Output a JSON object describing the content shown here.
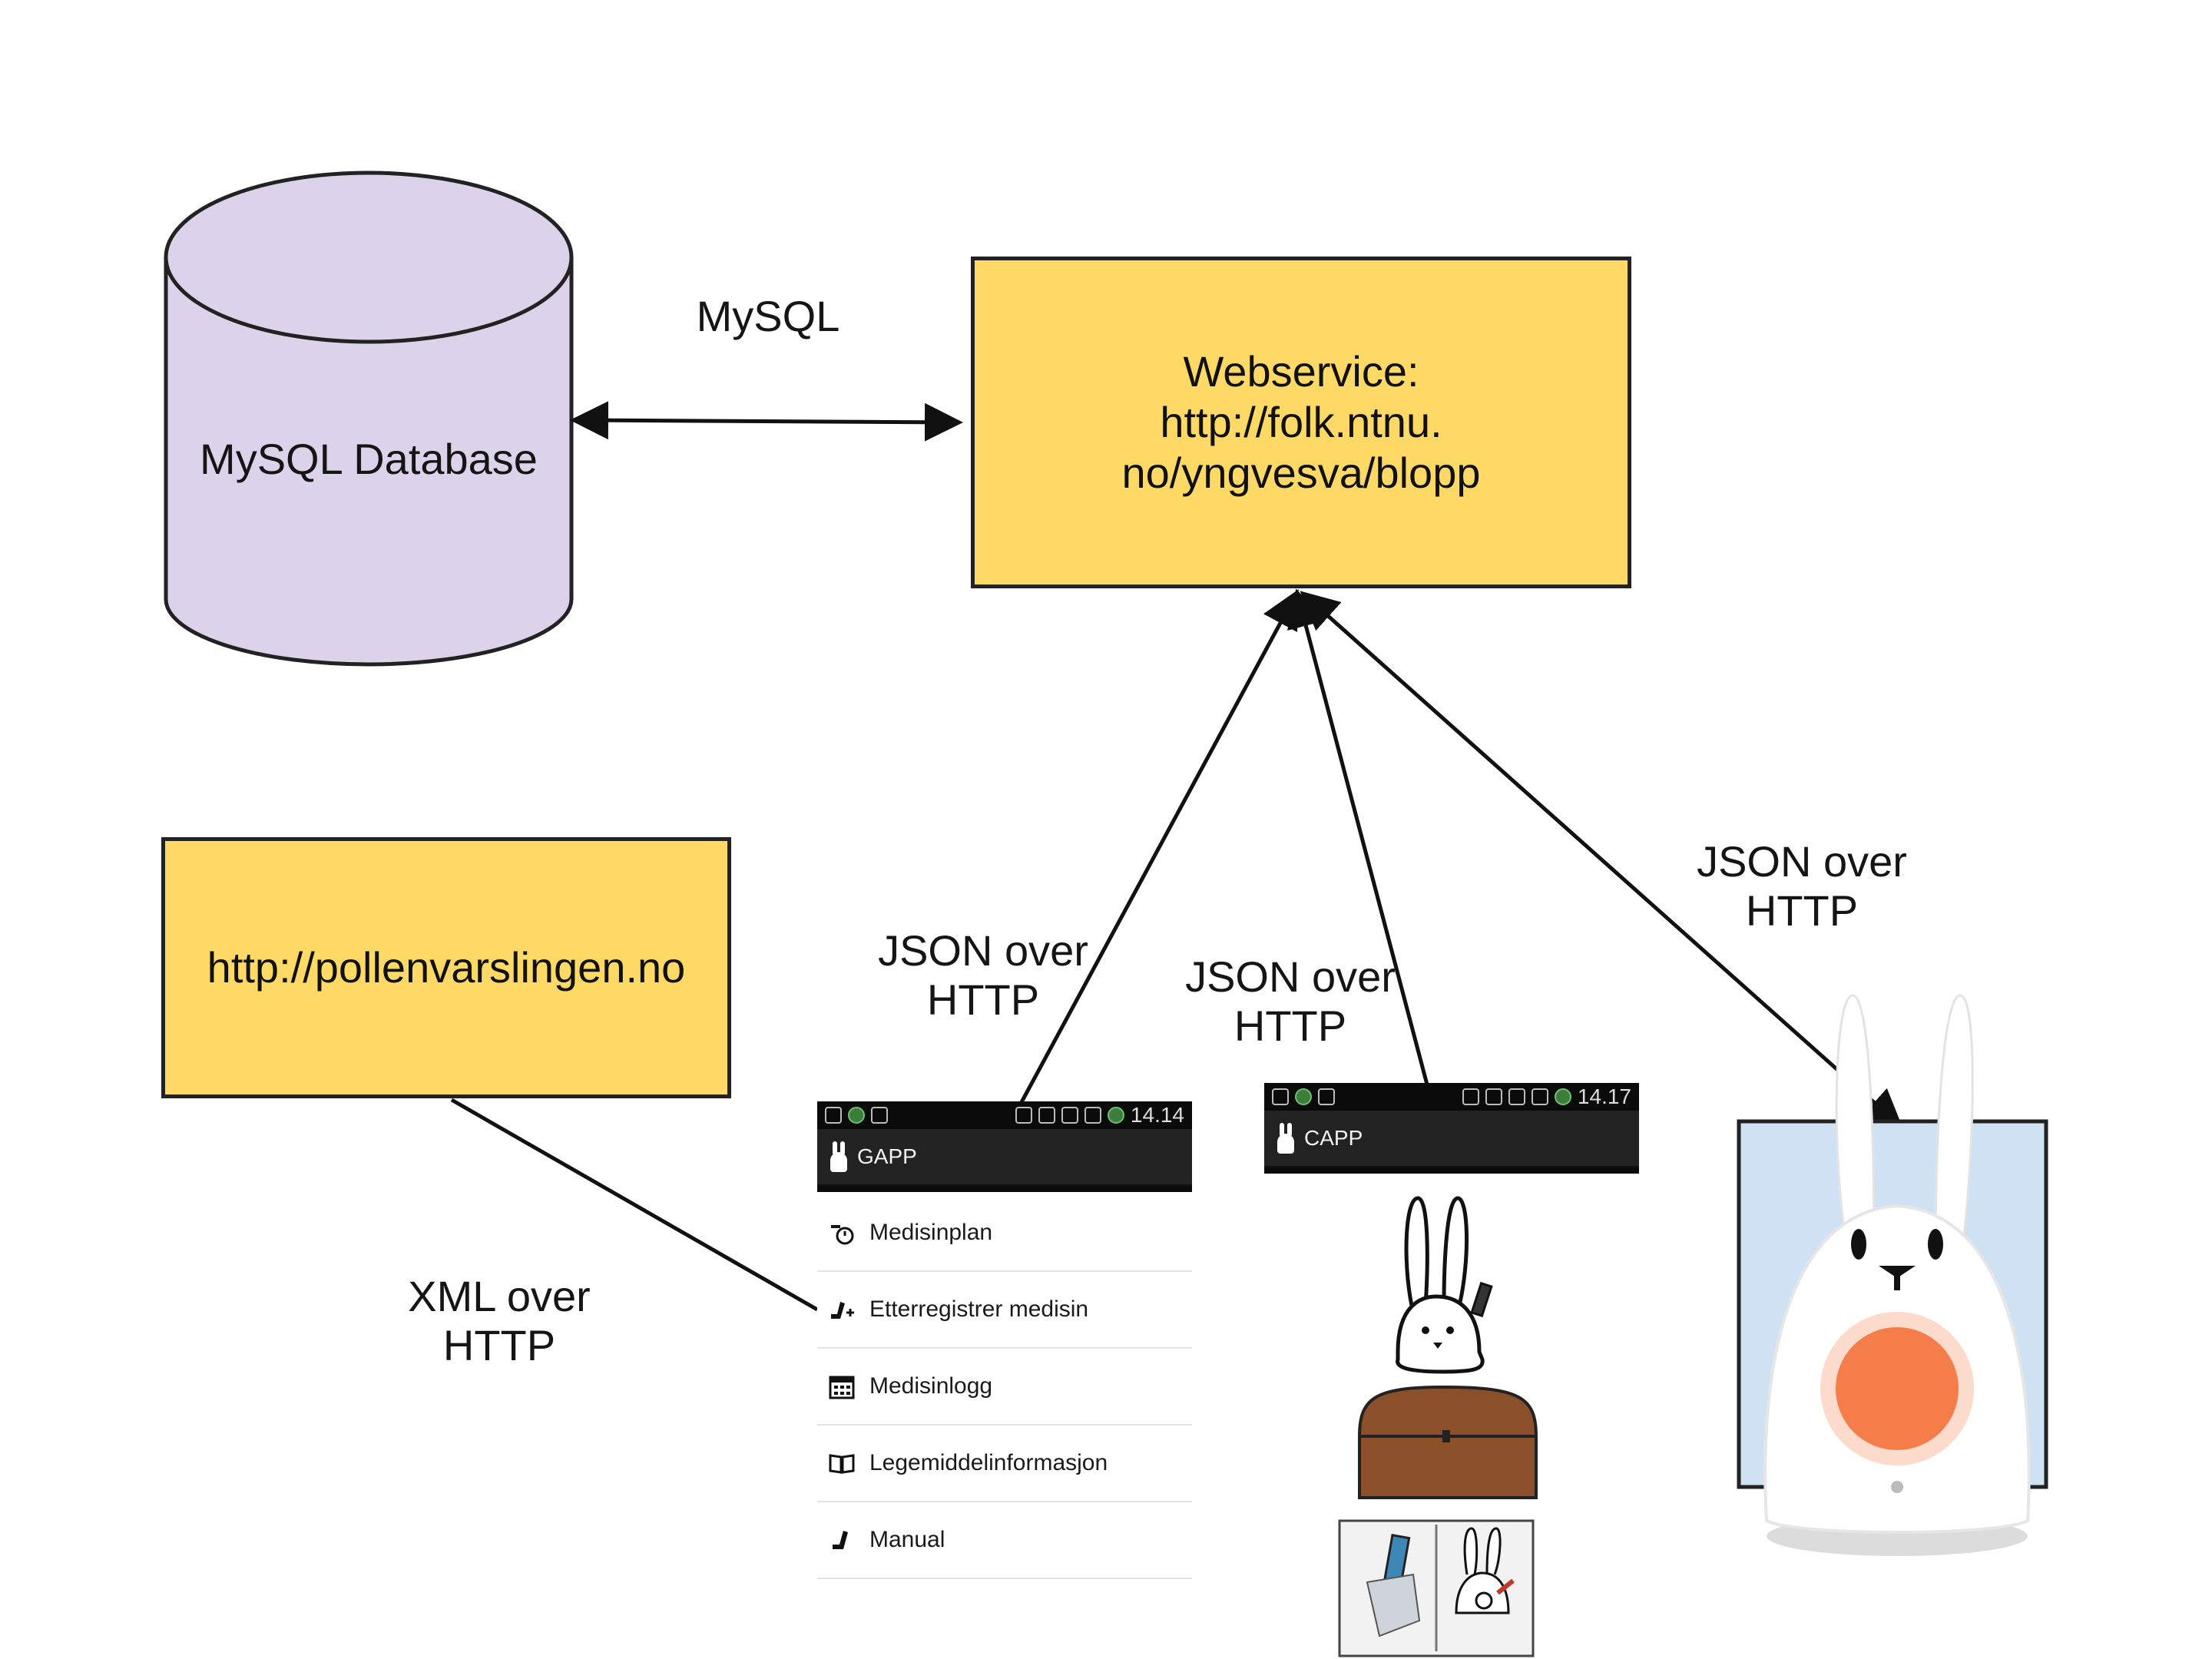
{
  "nodes": {
    "database": {
      "label": "MySQL Database"
    },
    "webservice": {
      "label": "Webservice:\nhttp://folk.ntnu.\nno/yngvesva/blopp"
    },
    "pollen": {
      "label": "http://pollenvarslingen.no"
    }
  },
  "edges": {
    "db_ws": {
      "label": "MySQL"
    },
    "gapp_ws": {
      "label": "JSON over\nHTTP"
    },
    "capp_ws": {
      "label": "JSON over\nHTTP"
    },
    "karotz_ws": {
      "label": "JSON over\nHTTP"
    },
    "pollen_gapp": {
      "label": "XML over\nHTTP"
    }
  },
  "gapp": {
    "time": "14.14",
    "title": "GAPP",
    "menu": [
      {
        "label": "Medisinplan",
        "icon": "pill-clock-icon"
      },
      {
        "label": "Etterregistrer medisin",
        "icon": "inhaler-plus-icon"
      },
      {
        "label": "Medisinlogg",
        "icon": "calendar-icon"
      },
      {
        "label": "Legemiddelinformasjon",
        "icon": "book-icon"
      },
      {
        "label": "Manual",
        "icon": "inhaler-icon"
      }
    ]
  },
  "capp": {
    "time": "14.17",
    "title": "CAPP"
  },
  "colors": {
    "box": "#ffd966",
    "database": "#dcd3ea",
    "karotz_screen": "#cfe2f3",
    "karotz_belly": "#f26d33"
  }
}
